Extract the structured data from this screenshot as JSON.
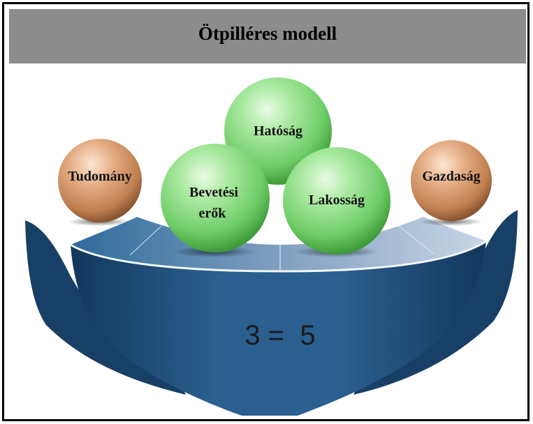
{
  "title": "Ötpilléres modell",
  "balls": {
    "tudomany": "Tudomány",
    "hatosag": "Hatóság",
    "bevetesi_line1": "Bevetési",
    "bevetesi_line2": "erők",
    "lakossag": "Lakosság",
    "gazdasag": "Gazdaság"
  },
  "equation": "3 =  5",
  "colors": {
    "green_ball": "#7fd67a",
    "tan_ball": "#c98b5f",
    "bowl_dark": "#1f4f7a",
    "title_bar": "#8c8c8c"
  }
}
